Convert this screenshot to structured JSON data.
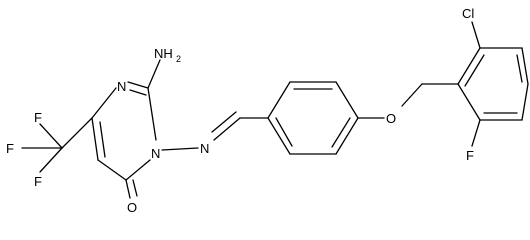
{
  "molecule": {
    "atoms": {
      "nh2": "NH",
      "nh2_sub": "2",
      "n_ring_top": "N",
      "n_ring_bottom": "N",
      "n_imine": "N",
      "o_carbonyl": "O",
      "o_ether": "O",
      "cl": "Cl",
      "f_aryl": "F",
      "f_cf3_top": "F",
      "f_cf3_left": "F",
      "f_cf3_bottom": "F"
    }
  }
}
